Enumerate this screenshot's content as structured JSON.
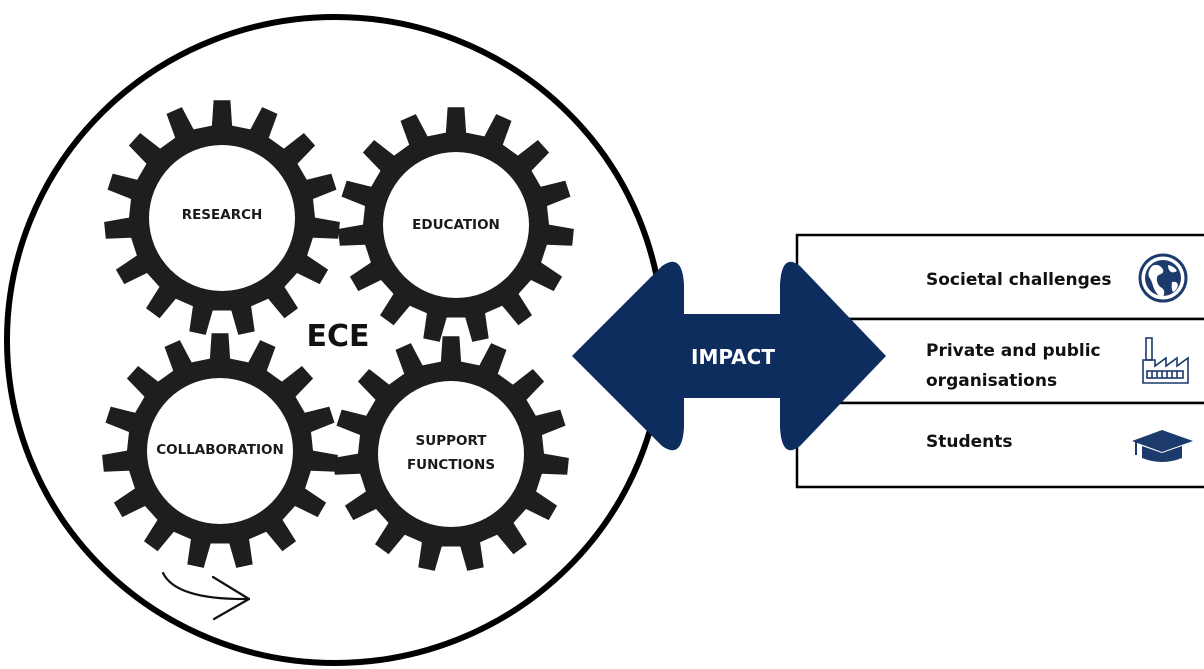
{
  "center": {
    "label": "ECE"
  },
  "gears": {
    "research": "RESEARCH",
    "education": "EDUCATION",
    "collaboration": "COLLABORATION",
    "support": [
      "SUPPORT",
      "FUNCTIONS"
    ]
  },
  "arrow": {
    "label": "IMPACT"
  },
  "impact_rows": [
    {
      "lines": [
        "Societal challenges"
      ],
      "icon": "globe-icon"
    },
    {
      "lines": [
        "Private and public",
        "organisations"
      ],
      "icon": "factory-icon"
    },
    {
      "lines": [
        "Students"
      ],
      "icon": "graduation-cap-icon"
    }
  ],
  "colors": {
    "gear": "#1e1e1e",
    "arrow": "#0d2d5f",
    "icon_blue": "#1c3a6b",
    "outline": "#000000"
  }
}
